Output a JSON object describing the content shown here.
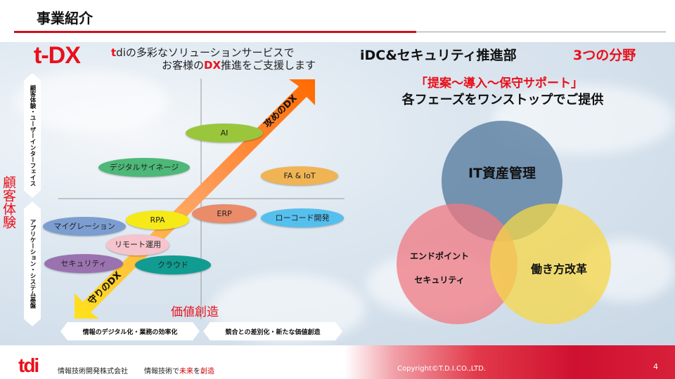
{
  "header": {
    "title": "事業紹介"
  },
  "left": {
    "brand": "t-DX",
    "tagline1_prefix": "t",
    "tagline1_rest": "diの多彩なソリューションサービスで",
    "tagline2_a": "お客様の",
    "tagline2_dx": "DX",
    "tagline2_b": "推進をご支援します",
    "axis_top": "顧客体験・ユーザーインターフェイス",
    "axis_bottom": "アプリケーション・システム基盤",
    "axis_y_label": "顧客体験",
    "axis_x_label": "価値創造",
    "bottom_left": "情報のデジタル化・業務の効率化",
    "bottom_right": "競合との差別化・新たな価値創造",
    "arrow_up": "攻めのDX",
    "arrow_down": "守りのDX",
    "items": [
      "AI",
      "デジタルサイネージ",
      "FA & IoT",
      "ERP",
      "ローコード開発",
      "RPA",
      "マイグレーション",
      "リモート運用",
      "セキュリティ",
      "クラウド"
    ]
  },
  "right": {
    "title": "iDC&セキュリティ推進部",
    "title_accent": "3つの分野",
    "sub1": "「提案～導入～保守サポート」",
    "sub2": "各フェーズをワンストップでご提供",
    "circles": [
      "IT資産管理",
      "エンドポイント",
      "セキュリティ",
      "働き方改革"
    ],
    "colors": {
      "blue": "#6f93b0",
      "pink": "#f08890",
      "yellow": "#f3d453"
    }
  },
  "footer": {
    "logo": "tdi",
    "company": "情報技術開発株式会社",
    "slogan_a": "情報技術で",
    "slogan_b": "未来",
    "slogan_c": "を",
    "slogan_d": "創造",
    "copyright": "Copyright©T.D.I.CO.,LTD.",
    "page": "4"
  }
}
